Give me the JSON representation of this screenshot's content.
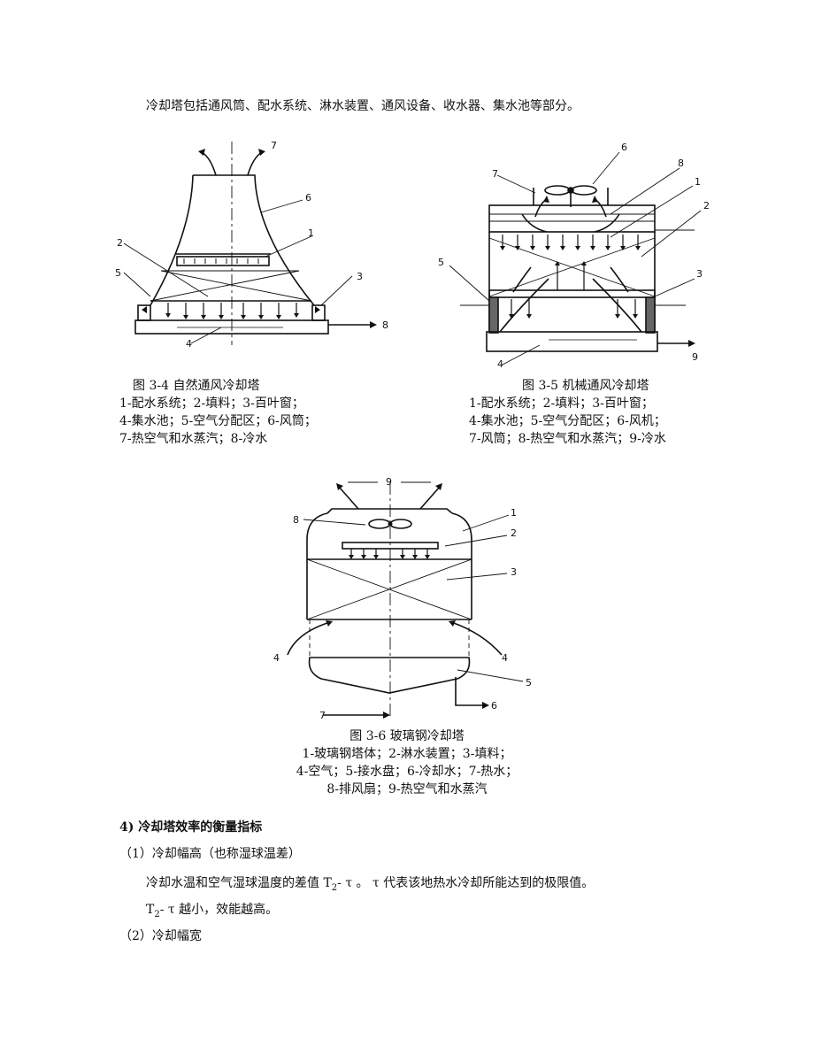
{
  "intro": "冷却塔包括通风筒、配水系统、淋水装置、通风设备、收水器、集水池等部分。",
  "fig34": {
    "caption": "图 3-4 自然通风冷却塔",
    "legend": [
      "1-配水系统；2-填料；3-百叶窗；",
      "4-集水池；5-空气分配区；6-风筒；",
      "7-热空气和水蒸汽；8-冷水"
    ],
    "labels": [
      "1",
      "2",
      "3",
      "4",
      "5",
      "6",
      "7",
      "8"
    ]
  },
  "fig35": {
    "caption": "图 3-5 机械通风冷却塔",
    "legend": [
      "1-配水系统；2-填料；3-百叶窗；",
      "4-集水池；5-空气分配区；6-风机；",
      "7-风筒；8-热空气和水蒸汽；9-冷水"
    ],
    "labels": [
      "1",
      "2",
      "3",
      "4",
      "5",
      "6",
      "7",
      "8",
      "9"
    ]
  },
  "fig36": {
    "caption": "图 3-6 玻璃钢冷却塔",
    "legend": [
      "1-玻璃钢塔体；2-淋水装置；3-填料；",
      "4-空气；5-接水盘；6-冷却水；7-热水；",
      "8-排风扇；9-热空气和水蒸汽"
    ],
    "labels": [
      "1",
      "2",
      "3",
      "4",
      "4",
      "5",
      "6",
      "7",
      "8",
      "9"
    ]
  },
  "section": {
    "heading": "4)  冷却塔效率的衡量指标",
    "item1": "（1）冷却幅高（也称湿球温差）",
    "p1_pre": "冷却水温和空气湿球温度的差值 T",
    "p1_sub": "2",
    "p1_post": "- τ 。 τ 代表该地热水冷却所能达到的极限值。",
    "p2_pre": "T",
    "p2_sub": "2",
    "p2_post": "- τ 越小，效能越高。",
    "item2": "（2）冷却幅宽"
  }
}
